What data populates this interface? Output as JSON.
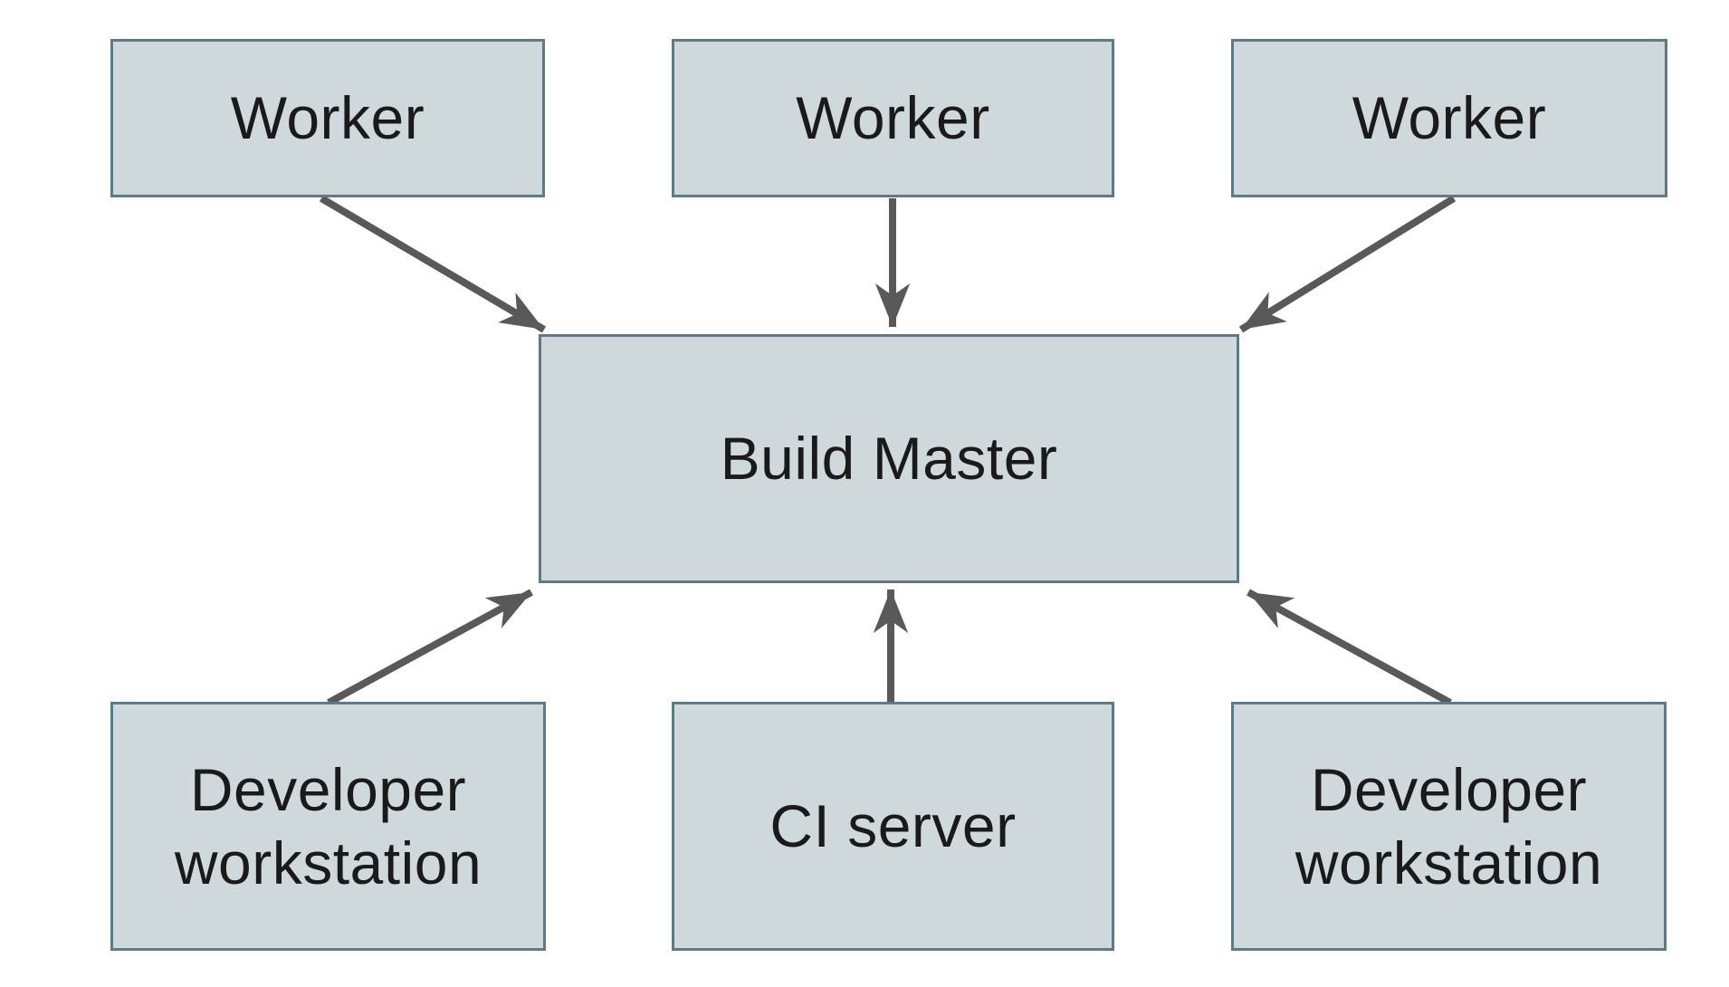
{
  "nodes": {
    "worker_left": {
      "label": "Worker"
    },
    "worker_middle": {
      "label": "Worker"
    },
    "worker_right": {
      "label": "Worker"
    },
    "build_master": {
      "label": "Build Master"
    },
    "developer_left": {
      "label": "Developer workstation"
    },
    "ci_server": {
      "label": "CI server"
    },
    "developer_right": {
      "label": "Developer workstation"
    }
  },
  "edges": [
    {
      "from": "worker_left",
      "to": "build_master"
    },
    {
      "from": "worker_middle",
      "to": "build_master"
    },
    {
      "from": "worker_right",
      "to": "build_master"
    },
    {
      "from": "developer_left",
      "to": "build_master"
    },
    {
      "from": "ci_server",
      "to": "build_master"
    },
    {
      "from": "developer_right",
      "to": "build_master"
    }
  ],
  "colors": {
    "node_fill": "#cfd9dc",
    "node_border": "#5c7a88",
    "arrow": "#595959",
    "text": "#1a1a1a",
    "background": "#ffffff"
  }
}
